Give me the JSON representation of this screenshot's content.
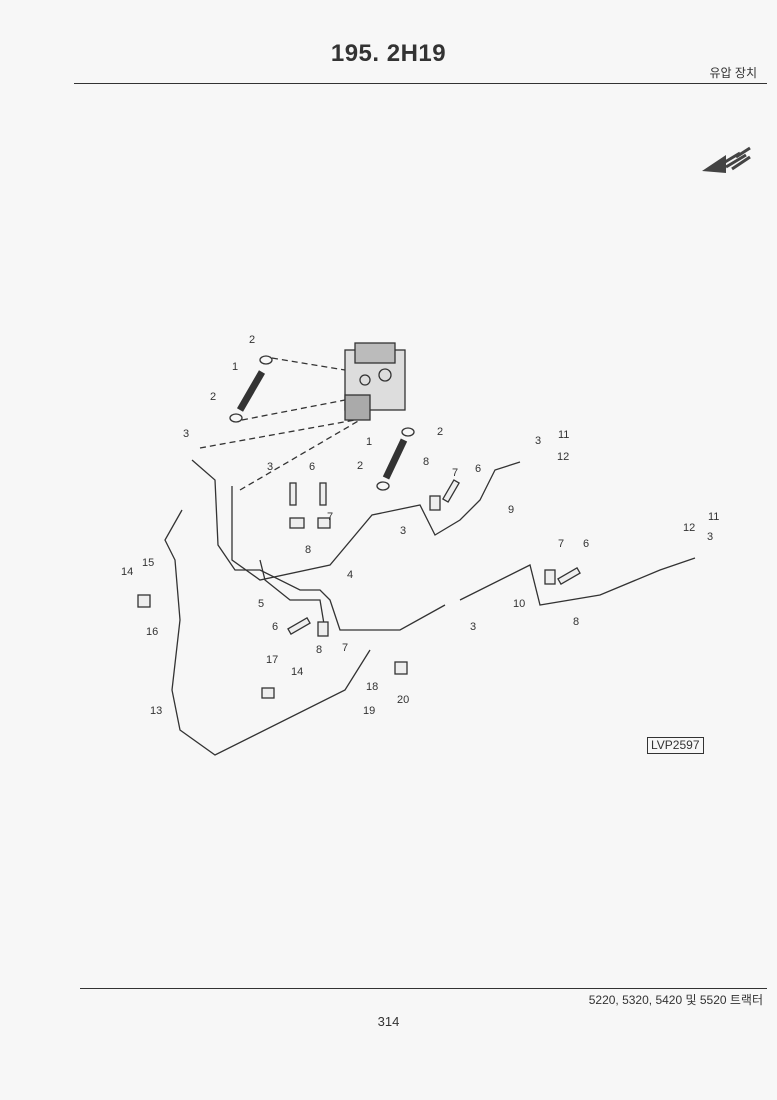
{
  "header": {
    "title": "195. 2H19",
    "section": "유압 장치"
  },
  "diagram": {
    "reference": "LVP2597",
    "callouts": [
      "2",
      "1",
      "2",
      "3",
      "2",
      "1",
      "3",
      "6",
      "2",
      "8",
      "7",
      "6",
      "3",
      "11",
      "12",
      "9",
      "3",
      "7",
      "8",
      "4",
      "15",
      "14",
      "16",
      "5",
      "6",
      "7",
      "8",
      "10",
      "3",
      "7",
      "6",
      "8",
      "11",
      "12",
      "3",
      "17",
      "14",
      "18",
      "19",
      "20",
      "13"
    ]
  },
  "footer": {
    "models": "5220, 5320, 5420 및 5520 트랙터",
    "page_number": "314"
  }
}
